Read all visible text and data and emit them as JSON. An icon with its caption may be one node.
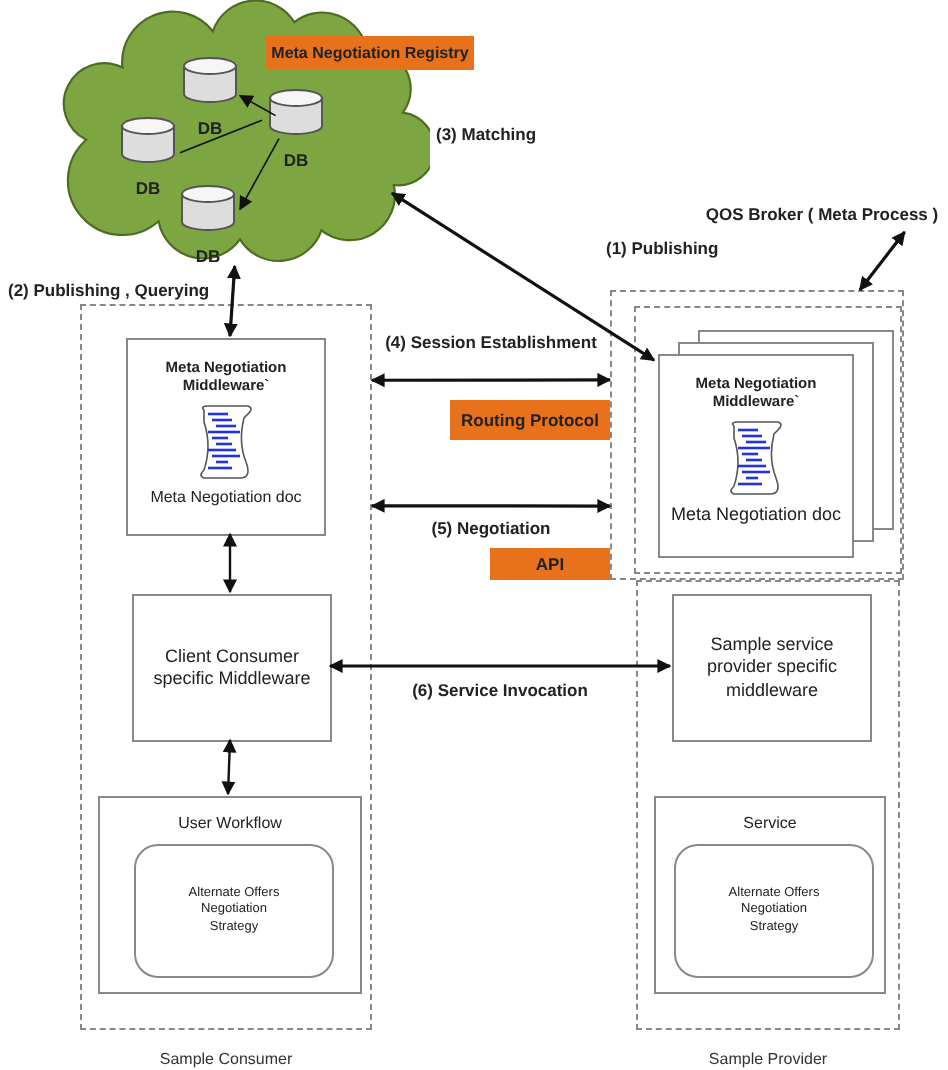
{
  "diagram": {
    "nodes": [
      {
        "text": [
          "Meta Negotiation Registry"
        ]
      },
      {
        "text": [
          "DB"
        ],
        "in": 0
      },
      {
        "text": [
          "DB"
        ],
        "in": 0
      },
      {
        "text": [
          "DB"
        ],
        "in": 0
      },
      {
        "text": [
          "DB"
        ],
        "in": 0
      },
      {
        "text": [
          "QOS Broker ( Meta Process )"
        ]
      },
      {
        "text": [
          "Sample Consumer"
        ]
      },
      {
        "text": [
          "Meta Negotiation Middleware`",
          "Meta Negotiation doc"
        ],
        "in": 6
      },
      {
        "text": [
          "Client Consumer specific Middleware"
        ],
        "in": 6
      },
      {
        "text": [
          "User Workflow"
        ],
        "in": 6
      },
      {
        "text": [
          "Alternate Offers Negotiation Strategy"
        ],
        "in": 9
      },
      {
        "text": [],
        "shape": "box"
      },
      {
        "text": [],
        "shape": "box",
        "in": 11
      },
      {
        "text": [
          "Meta Negotiation Middleware`",
          "Meta Negotiation doc"
        ],
        "in": 12
      },
      {
        "text": [
          "Sample Provider"
        ]
      },
      {
        "text": [
          "Sample service provider specific middleware"
        ],
        "in": 14
      },
      {
        "text": [
          "Service"
        ],
        "in": 14
      },
      {
        "text": [
          "Alternate Offers Negotiation Strategy"
        ],
        "in": 16
      }
    ],
    "edges": [
      {
        "from": 2,
        "to": 1,
        "arrow": "to"
      },
      {
        "from": 2,
        "to": 3,
        "arrow": "none"
      },
      {
        "from": 2,
        "to": 4,
        "arrow": "to"
      },
      {
        "from": 0,
        "to": 13,
        "arrow": "both"
      },
      {
        "from": 0,
        "to": 7,
        "arrow": "both"
      },
      {
        "from": 11,
        "to": 5,
        "arrow": "both"
      },
      {
        "from": 6,
        "to": 11,
        "arrow": "both",
        "label": "(4) Session Establishment"
      },
      {
        "from": 6,
        "to": 11,
        "arrow": "both",
        "label": "(5) Negotiation"
      },
      {
        "from": 7,
        "to": 8,
        "arrow": "both"
      },
      {
        "from": 8,
        "to": 15,
        "arrow": "both",
        "label": "(6) Service Invocation"
      },
      {
        "from": 8,
        "to": 9,
        "arrow": "both"
      }
    ],
    "labels": [
      "(3) Matching",
      "(1) Publishing",
      "(2) Publishing , Querying",
      "Routing Protocol",
      "API"
    ]
  }
}
